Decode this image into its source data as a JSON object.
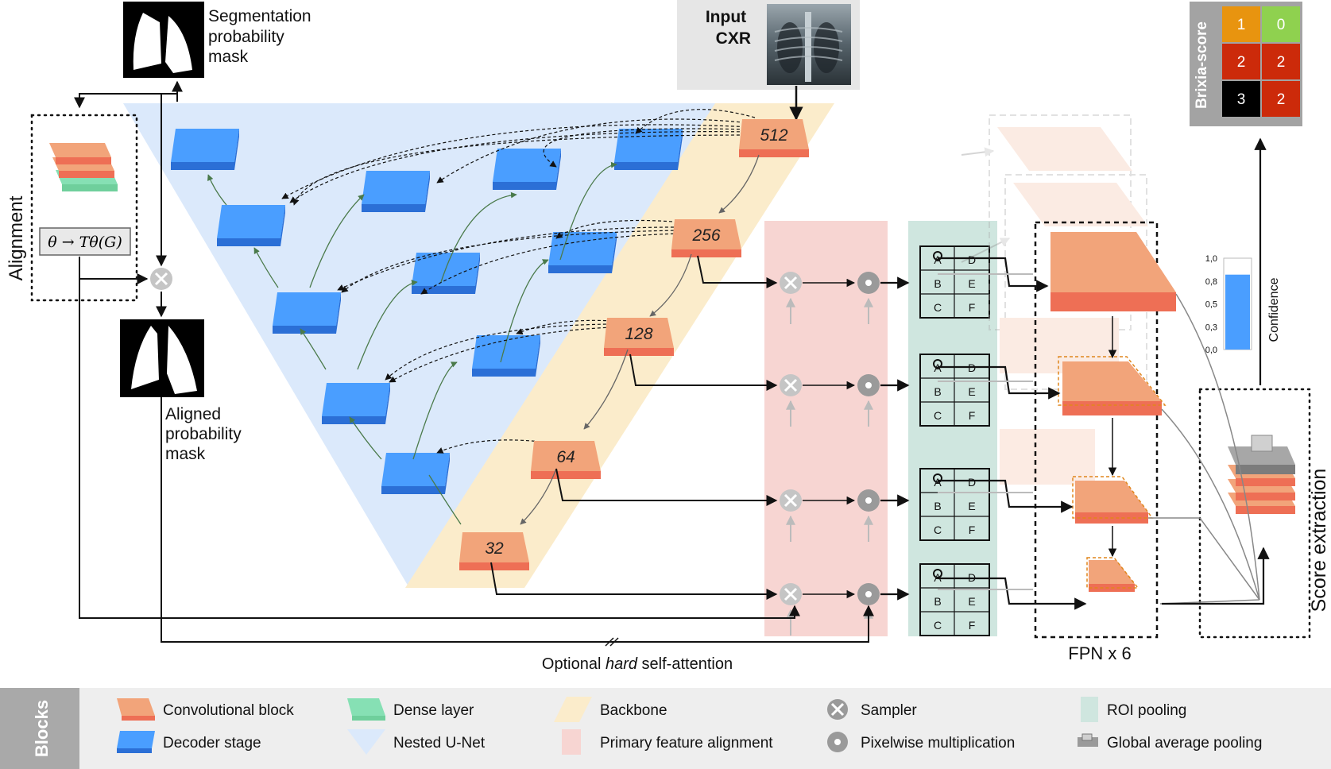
{
  "input": {
    "title": "Input\nCXR",
    "line1": "Input",
    "line2": "CXR"
  },
  "segmentation": {
    "label_lines": [
      "Segmentation",
      "probability",
      "mask"
    ]
  },
  "aligned": {
    "label_lines": [
      "Aligned",
      "probability",
      "mask"
    ]
  },
  "alignment": {
    "title": "Alignment",
    "formula": "θ → Tθ(G)"
  },
  "backbone_blocks": [
    "512",
    "256",
    "128",
    "64",
    "32"
  ],
  "roi_cells": [
    "A",
    "B",
    "C",
    "D",
    "E",
    "F"
  ],
  "optional_label": {
    "prefix": "Optional ",
    "emph": "hard",
    "suffix": " self-attention"
  },
  "fpn_label": "FPN x 6",
  "score_extraction": "Score extraction",
  "brixia": {
    "title": "Brixia-score",
    "grid": [
      [
        1,
        0
      ],
      [
        2,
        2
      ],
      [
        3,
        2
      ]
    ],
    "colors": [
      [
        "#e8940f",
        "#8fd14f"
      ],
      [
        "#cc2a0a",
        "#cc2a0a"
      ],
      [
        "#000000",
        "#cc2a0a"
      ]
    ]
  },
  "confidence": {
    "label": "Confidence",
    "ticks": [
      "1,0",
      "0,8",
      "0,5",
      "0,3",
      "0,0"
    ],
    "value": 0.82
  },
  "legend": {
    "title": "Blocks",
    "items": [
      {
        "label": "Convolutional block",
        "icon": "conv-block-icon"
      },
      {
        "label": "Decoder stage",
        "icon": "decoder-stage-icon"
      },
      {
        "label": "Dense layer",
        "icon": "dense-layer-icon"
      },
      {
        "label": "Nested U-Net",
        "icon": "nested-unet-icon"
      },
      {
        "label": "Backbone",
        "icon": "backbone-icon"
      },
      {
        "label": "Primary feature alignment",
        "icon": "alignment-icon"
      },
      {
        "label": "Sampler",
        "icon": "sampler-icon"
      },
      {
        "label": "Pixelwise multiplication",
        "icon": "pixelwise-icon"
      },
      {
        "label": "ROI pooling",
        "icon": "roi-pooling-icon"
      },
      {
        "label": "Global average pooling",
        "icon": "gap-icon"
      }
    ]
  },
  "colors": {
    "conv": "#f2a47a",
    "conv_side": "#ee6f55",
    "decoder": "#4a9eff",
    "decoder_side": "#2b6fd6",
    "dense": "#86e0b4",
    "unet_bg": "#dbe9fb",
    "backbone_bg": "#fbeccb",
    "align_bg": "#f7d5d2",
    "roi_bg": "#cfe6df",
    "legend_bg": "#eeeeee",
    "legend_title_bg": "#a9a9a9"
  }
}
